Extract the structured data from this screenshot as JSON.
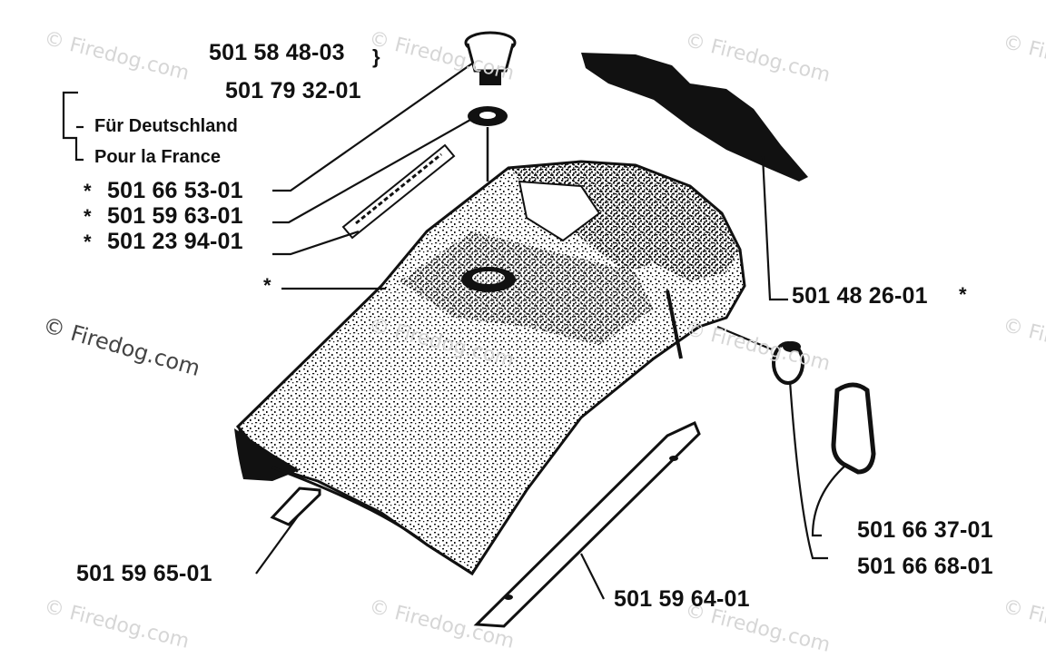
{
  "watermark": {
    "text": "© Firedog.com"
  },
  "labels": {
    "cap": "501 58 48-03",
    "cap_brace": "}",
    "cap_alt": "501 79 32-01",
    "germany": "Für Deutschland",
    "france": "Pour la France",
    "star": "*",
    "gasket": "501 66 53-01",
    "decal": "501 59 63-01",
    "hood_dec": "501 23 94-01",
    "top_cover": "501 48 26-01",
    "rubber_a": "501 66 37-01",
    "rubber_b": "501 66 68-01",
    "left_rail": "501 59 65-01",
    "right_rail": "501 59 64-01"
  },
  "colors": {
    "ink": "#111111",
    "paper": "#ffffff",
    "watermark": "#d6d6d6"
  }
}
